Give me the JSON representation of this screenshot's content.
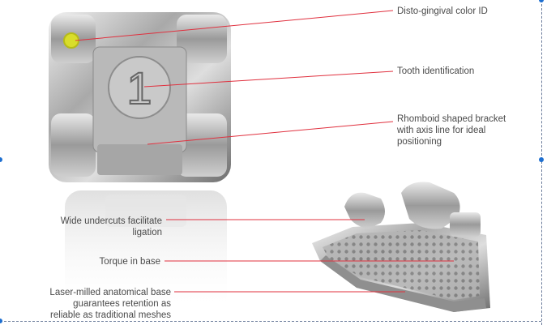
{
  "labels": {
    "color_id": "Disto-gingival color ID",
    "tooth_id": "Tooth identification",
    "rhomboid": "Rhomboid shaped bracket\nwith axis line for ideal\npositioning",
    "undercuts": "Wide undercuts facilitate\nligation",
    "torque": "Torque in base",
    "base": "Laser-milled anatomical base\nguarantees retention as\nreliable as traditional meshes"
  },
  "bracket_numeral": "1",
  "colors": {
    "leader_line": "#e0303e",
    "marker_yellow": "#d9dd2a",
    "selection_handle": "#1e6fd0",
    "frame_dash": "#6c7d9c"
  }
}
